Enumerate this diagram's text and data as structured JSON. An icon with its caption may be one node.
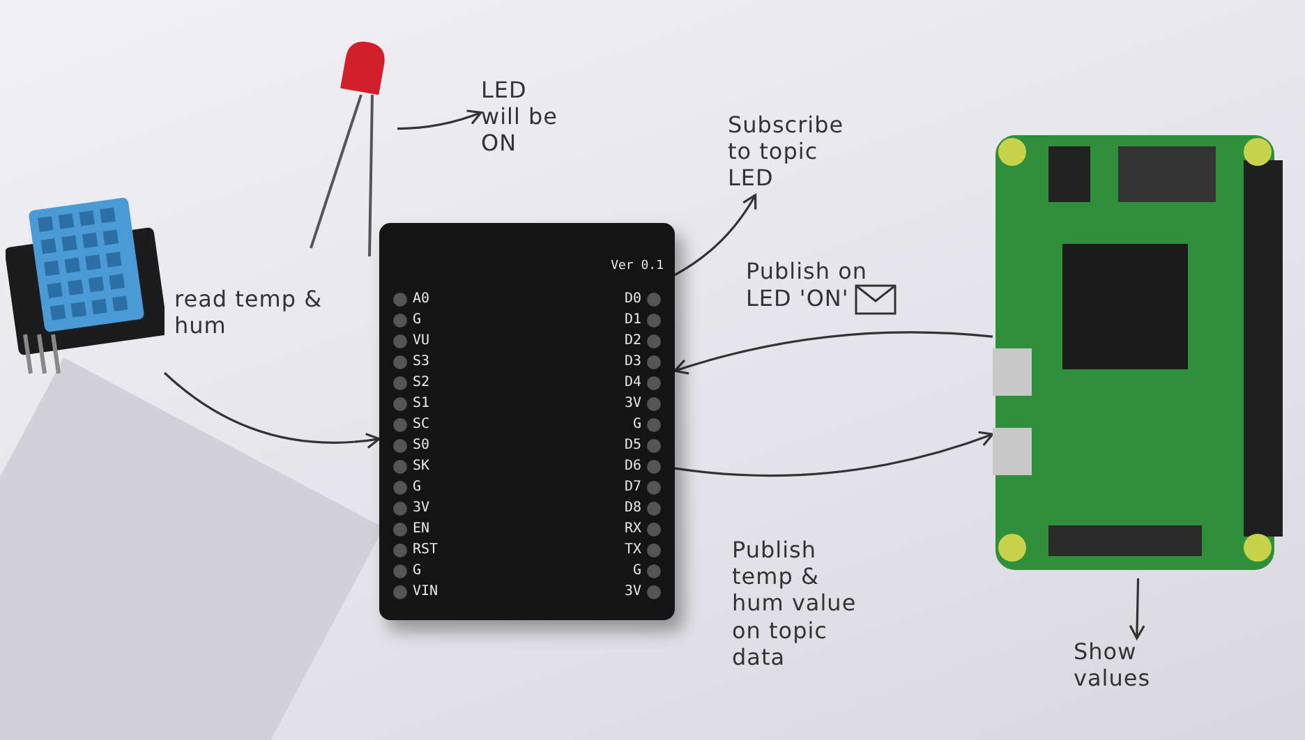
{
  "diagram": {
    "nodes": [
      {
        "text": [],
        "shape": "picture"
      },
      {
        "text": [],
        "shape": "picture"
      },
      {
        "text": [],
        "shape": "picture"
      },
      {
        "text": [],
        "shape": "picture"
      },
      {
        "text": [
          "LED will be ON"
        ]
      },
      {
        "text": [
          "Subscribe to topic LED"
        ]
      },
      {
        "text": [
          "Show values"
        ]
      }
    ],
    "edges": [
      {
        "from": 0,
        "to": 2,
        "arrow": "to",
        "label": "read temp & hum"
      },
      {
        "from": 3,
        "to": 2,
        "arrow": "to",
        "label": "Publish on LED 'ON'"
      },
      {
        "from": 2,
        "to": 3,
        "arrow": "to",
        "label": "Publish temp & hum value on topic data"
      },
      {
        "from": 1,
        "to": 4,
        "arrow": "to"
      },
      {
        "from": 2,
        "to": 5,
        "arrow": "to"
      },
      {
        "from": 3,
        "to": 6,
        "arrow": "to"
      }
    ],
    "labels": [
      "Ver 0.1",
      "A0",
      "G",
      "VU",
      "S3",
      "S2",
      "S1",
      "SC",
      "S0",
      "SK",
      "G",
      "3V",
      "EN",
      "RST",
      "G",
      "VIN",
      "D0",
      "D1",
      "D2",
      "D3",
      "D4",
      "3V",
      "G",
      "D5",
      "D6",
      "D7",
      "D8",
      "RX",
      "TX",
      "G",
      "3V"
    ]
  }
}
